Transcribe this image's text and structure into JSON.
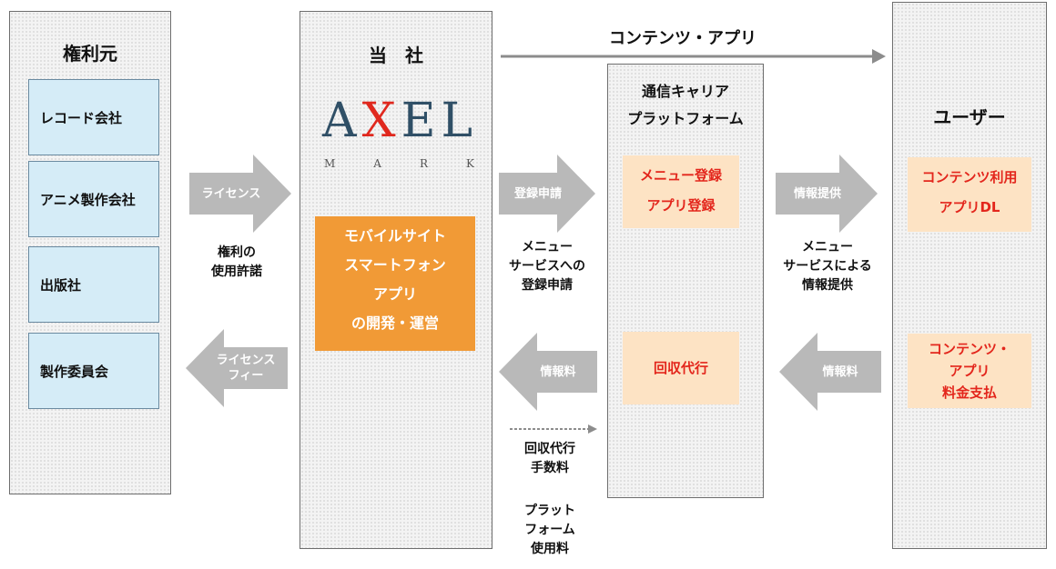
{
  "rights_holder": {
    "title": "権利元",
    "items": [
      "レコード会社",
      "アニメ製作会社",
      "出版社",
      "製作委員会"
    ]
  },
  "company": {
    "title": "当　社",
    "logo_text": "AXEL",
    "logo_sub": "MARK",
    "service_lines": [
      "モバイルサイト",
      "スマートフォン",
      "アプリ",
      "の開発・運営"
    ]
  },
  "carrier": {
    "title_lines": [
      "通信キャリア",
      "プラットフォーム"
    ],
    "box1_lines": [
      "メニュー登録",
      "アプリ登録"
    ],
    "box2": "回収代行"
  },
  "user": {
    "title": "ユーザー",
    "box1_lines": [
      "コンテンツ利用",
      "アプリDL"
    ],
    "box2_lines": [
      "コンテンツ・",
      "アプリ",
      "料金支払"
    ]
  },
  "flows": {
    "top_label": "コンテンツ・アプリ",
    "license": "ライセンス",
    "license_note": [
      "権利の",
      "使用許諾"
    ],
    "license_fee": [
      "ライセンス",
      "フィー"
    ],
    "registration": "登録申請",
    "registration_note": [
      "メニュー",
      "サービスへの",
      "登録申請"
    ],
    "info_fee_left": "情報料",
    "collection_note": [
      "回収代行",
      "手数料"
    ],
    "platform_note": [
      "プラット",
      "フォーム",
      "使用料"
    ],
    "info_provide": "情報提供",
    "info_provide_note": [
      "メニュー",
      "サービスによる",
      "情報提供"
    ],
    "info_fee_right": "情報料"
  },
  "colors": {
    "accent_orange": "#f19a36",
    "peach": "#fde3c4",
    "red_text": "#e3261c",
    "light_blue": "#d5ecf7",
    "arrow_gray": "#b9b9b9"
  }
}
